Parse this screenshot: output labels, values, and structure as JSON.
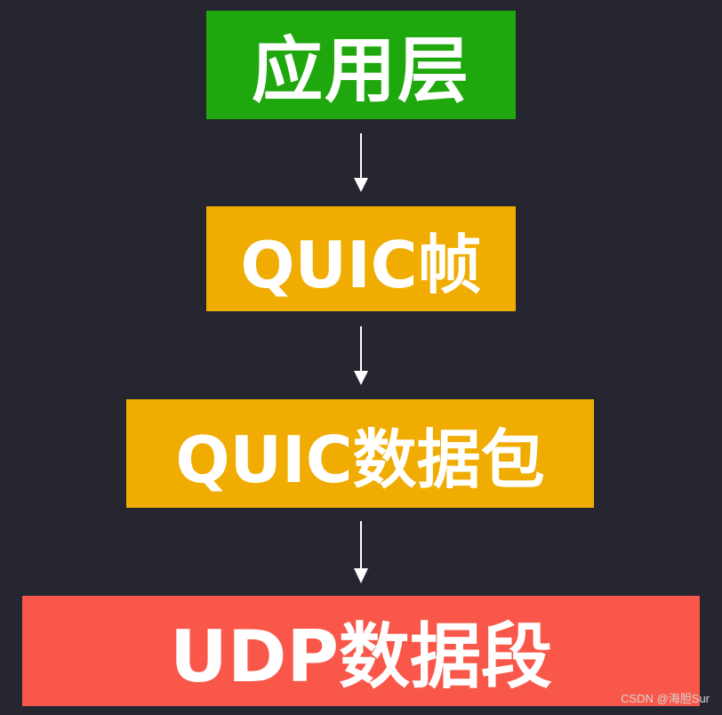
{
  "layers": [
    {
      "label": "应用层",
      "color": "#1fa80e"
    },
    {
      "label": "QUIC帧",
      "color": "#f0ac00"
    },
    {
      "label": "QUIC数据包",
      "color": "#f0ac00"
    },
    {
      "label": "UDP数据段",
      "color": "#f9574a"
    }
  ],
  "arrow_color": "#ffffff",
  "background_color": "#262630",
  "watermark": "CSDN @海胆Sur"
}
